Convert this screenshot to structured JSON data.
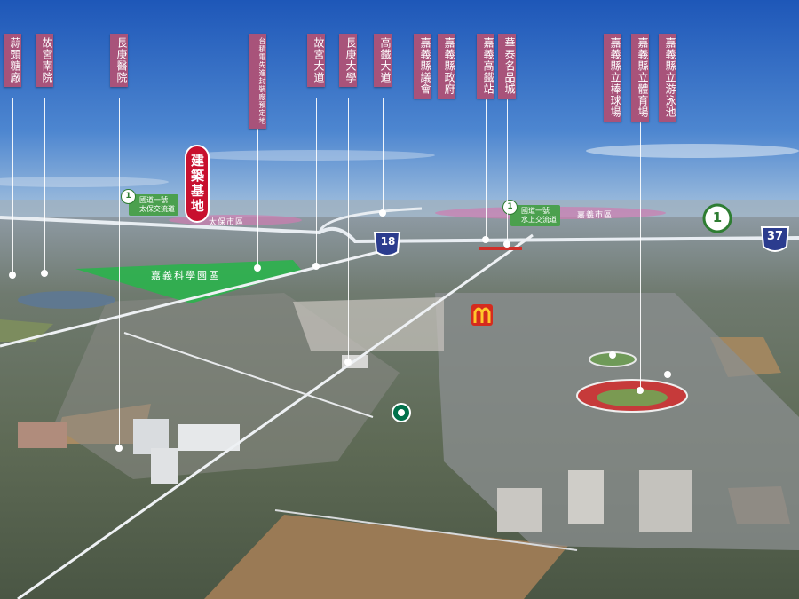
{
  "labels": [
    {
      "id": "suantou",
      "text": "蒜頭糖廠"
    },
    {
      "id": "npm",
      "text": "故宮南院"
    },
    {
      "id": "cgmh",
      "text": "長庚醫院"
    },
    {
      "id": "tsmc",
      "text": "台積電先進封裝廠預定地"
    },
    {
      "id": "npm-ave",
      "text": "故宮大道"
    },
    {
      "id": "cgu",
      "text": "長庚大學"
    },
    {
      "id": "hsr-ave",
      "text": "高鐵大道"
    },
    {
      "id": "council",
      "text": "嘉義縣議會"
    },
    {
      "id": "govt",
      "text": "嘉義縣政府"
    },
    {
      "id": "hsr",
      "text": "嘉義高鐵站"
    },
    {
      "id": "outlet",
      "text": "華泰名品城"
    },
    {
      "id": "baseball",
      "text": "嘉義縣立棒球場"
    },
    {
      "id": "stadium",
      "text": "嘉義縣立體育場"
    },
    {
      "id": "pool",
      "text": "嘉義縣立游泳池"
    }
  ],
  "site_label": "建築基地",
  "interchanges": [
    {
      "id": "taibao",
      "line1": "國道一號",
      "line2": "太保交流道",
      "shield": "1"
    },
    {
      "id": "shuishang",
      "line1": "國道一號",
      "line2": "水上交流道",
      "shield": "1"
    }
  ],
  "towns": {
    "taibao": "太保市區",
    "chiayi": "嘉義市區"
  },
  "park": "嘉義科學園區",
  "shields": {
    "hw1": "1",
    "pr18": "18",
    "pr37": "37"
  }
}
